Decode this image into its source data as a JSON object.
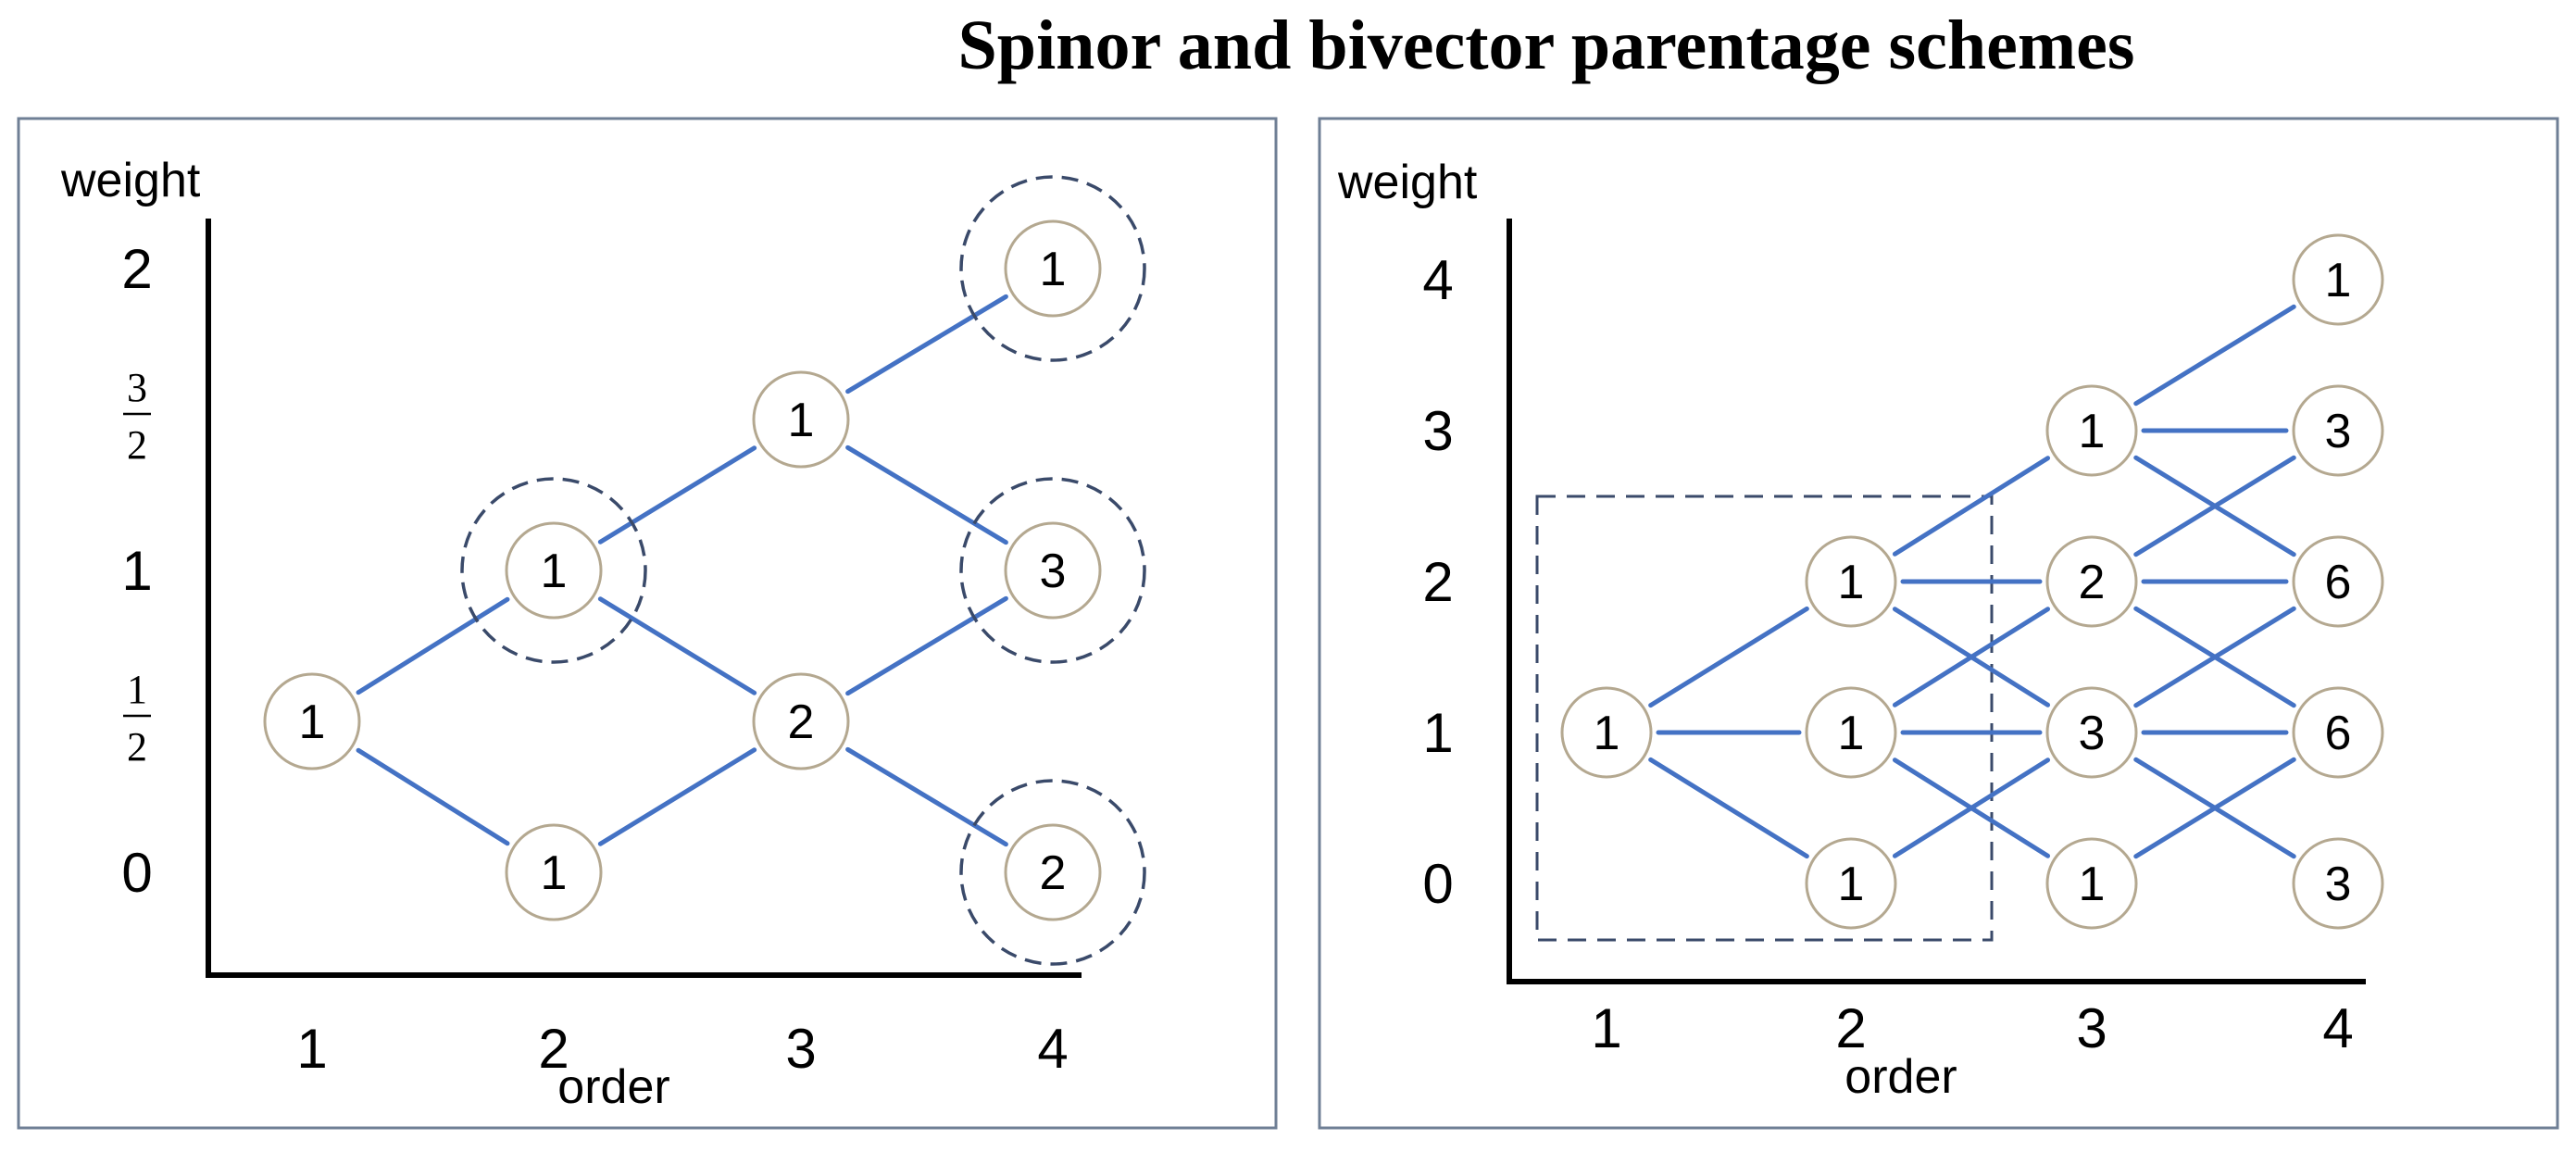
{
  "title": "Spinor and bivector parentage schemes",
  "panels": [
    {
      "id": "spinor",
      "ylabel": "weight",
      "xlabel": "order",
      "xticks": [
        "1",
        "2",
        "3",
        "4"
      ],
      "yticks": [
        {
          "label": "0",
          "value": 0
        },
        {
          "num": "1",
          "den": "2",
          "value": 0.5
        },
        {
          "label": "1",
          "value": 1
        },
        {
          "num": "3",
          "den": "2",
          "value": 1.5
        },
        {
          "label": "2",
          "value": 2
        }
      ],
      "nodes": [
        {
          "id": "a",
          "order": 1,
          "weight": 0.5,
          "label": "1"
        },
        {
          "id": "b",
          "order": 2,
          "weight": 1,
          "label": "1",
          "halo": true
        },
        {
          "id": "c",
          "order": 2,
          "weight": 0,
          "label": "1"
        },
        {
          "id": "d",
          "order": 3,
          "weight": 1.5,
          "label": "1"
        },
        {
          "id": "e",
          "order": 3,
          "weight": 0.5,
          "label": "2"
        },
        {
          "id": "f",
          "order": 4,
          "weight": 2,
          "label": "1",
          "halo": true
        },
        {
          "id": "g",
          "order": 4,
          "weight": 1,
          "label": "3",
          "halo": true
        },
        {
          "id": "h",
          "order": 4,
          "weight": 0,
          "label": "2",
          "halo": true
        }
      ],
      "edges": [
        [
          "a",
          "b"
        ],
        [
          "a",
          "c"
        ],
        [
          "b",
          "d"
        ],
        [
          "b",
          "e"
        ],
        [
          "c",
          "e"
        ],
        [
          "d",
          "f"
        ],
        [
          "d",
          "g"
        ],
        [
          "e",
          "g"
        ],
        [
          "e",
          "h"
        ]
      ],
      "subset_box": false
    },
    {
      "id": "bivector",
      "ylabel": "weight",
      "xlabel": "order",
      "xticks": [
        "1",
        "2",
        "3",
        "4"
      ],
      "yticks": [
        {
          "label": "0",
          "value": 0
        },
        {
          "label": "1",
          "value": 1
        },
        {
          "label": "2",
          "value": 2
        },
        {
          "label": "3",
          "value": 3
        },
        {
          "label": "4",
          "value": 4
        }
      ],
      "nodes": [
        {
          "id": "a",
          "order": 1,
          "weight": 1,
          "label": "1"
        },
        {
          "id": "b",
          "order": 2,
          "weight": 2,
          "label": "1"
        },
        {
          "id": "c",
          "order": 2,
          "weight": 1,
          "label": "1"
        },
        {
          "id": "d",
          "order": 2,
          "weight": 0,
          "label": "1"
        },
        {
          "id": "e",
          "order": 3,
          "weight": 3,
          "label": "1"
        },
        {
          "id": "f",
          "order": 3,
          "weight": 2,
          "label": "2"
        },
        {
          "id": "g",
          "order": 3,
          "weight": 1,
          "label": "3"
        },
        {
          "id": "h",
          "order": 3,
          "weight": 0,
          "label": "1"
        },
        {
          "id": "i",
          "order": 4,
          "weight": 4,
          "label": "1"
        },
        {
          "id": "j",
          "order": 4,
          "weight": 3,
          "label": "3"
        },
        {
          "id": "k",
          "order": 4,
          "weight": 2,
          "label": "6"
        },
        {
          "id": "l",
          "order": 4,
          "weight": 1,
          "label": "6"
        },
        {
          "id": "m",
          "order": 4,
          "weight": 0,
          "label": "3"
        }
      ],
      "edges": [
        [
          "a",
          "b"
        ],
        [
          "a",
          "c"
        ],
        [
          "a",
          "d"
        ],
        [
          "b",
          "e"
        ],
        [
          "b",
          "f"
        ],
        [
          "b",
          "g"
        ],
        [
          "c",
          "f"
        ],
        [
          "c",
          "g"
        ],
        [
          "c",
          "h"
        ],
        [
          "d",
          "g"
        ],
        [
          "e",
          "i"
        ],
        [
          "e",
          "j"
        ],
        [
          "e",
          "k"
        ],
        [
          "f",
          "j"
        ],
        [
          "f",
          "k"
        ],
        [
          "f",
          "l"
        ],
        [
          "g",
          "k"
        ],
        [
          "g",
          "l"
        ],
        [
          "g",
          "m"
        ],
        [
          "h",
          "l"
        ]
      ],
      "subset_box": true
    }
  ]
}
